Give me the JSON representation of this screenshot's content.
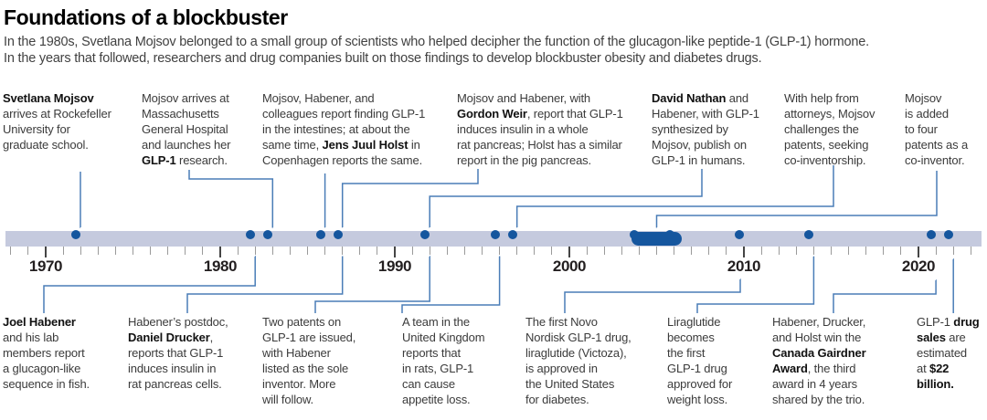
{
  "header": {
    "title": "Foundations of a blockbuster",
    "intro_line1": "In the 1980s, Svetlana Mojsov belonged to a small group of scientists who helped decipher the function of the glucagon-like peptide-1 (GLP-1) hormone.",
    "intro_line2": "In the years that followed, researchers and drug companies built on those findings to develop blockbuster obesity and diabetes drugs."
  },
  "timeline": {
    "start_year": 1968,
    "end_year": 2023,
    "decade_years": [
      1970,
      1980,
      1990,
      2000,
      2010,
      2020
    ],
    "decade_labels": [
      "1970",
      "1980",
      "1990",
      "2000",
      "2010",
      "2020"
    ],
    "marker_years": [
      1972,
      1982,
      1983,
      1986,
      1987,
      1992,
      1996,
      1997,
      2010,
      2014,
      2021,
      2022
    ],
    "range_marker": {
      "start_year": 2004,
      "end_year": 2006
    },
    "colors": {
      "bar": "#c5cade",
      "marker": "#15569e",
      "connector": "#4a7db7",
      "minor_tick": "#9a9a9a",
      "decade_tick": "#454545",
      "decade_label": "#231f20"
    }
  },
  "annotations": {
    "top": [
      {
        "year": 1972,
        "text": "**Svetlana Mojsov**\narrives at Rockefeller\nUniversity for\ngraduate school."
      },
      {
        "year": 1983,
        "text": "Mojsov arrives at\nMassachusetts\nGeneral Hospital\nand launches her\n**GLP-1** research."
      },
      {
        "year": 1986,
        "text": "Mojsov, Habener, and\ncolleagues report finding GLP-1\nin the intestines; at about the\nsame time, **Jens Juul Holst** in\nCopenhagen reports the same."
      },
      {
        "year": 1987,
        "text": "Mojsov and Habener, with\n**Gordon Weir**, report that GLP-1\ninduces insulin in a whole\nrat pancreas; Holst has a similar\nreport in the pig pancreas."
      },
      {
        "year": 1992,
        "text": "**David Nathan** and\nHabener, with GLP-1\nsynthesized by\nMojsov, publish on\nGLP-1 in humans."
      },
      {
        "year": 1997,
        "text": "With help from\nattorneys, Mojsov\nchallenges the\npatents, seeking\nco-inventorship."
      },
      {
        "year": 2005,
        "text": "Mojsov\nis added\nto four\npatents as a\nco-inventor."
      }
    ],
    "bottom": [
      {
        "year": 1982,
        "text": "**Joel Habener**\nand his lab\nmembers report\na glucagon-like\nsequence in fish."
      },
      {
        "year": 1987,
        "text": "Habener’s postdoc,\n**Daniel Drucker**,\nreports that GLP-1\ninduces insulin in\nrat pancreas cells."
      },
      {
        "year": 1992,
        "text": "Two patents on\nGLP-1 are issued,\nwith Habener\nlisted as the sole\ninventor. More\nwill follow."
      },
      {
        "year": 1996,
        "text": "A team in the\nUnited Kingdom\nreports that\nin rats, GLP-1\ncan cause\nappetite loss."
      },
      {
        "year": 2010,
        "text": "The first Novo\nNordisk GLP-1 drug,\nliraglutide (Victoza),\nis approved in\nthe United States\nfor diabetes."
      },
      {
        "year": 2014,
        "text": "Liraglutide\nbecomes\nthe first\nGLP-1 drug\napproved for\nweight loss."
      },
      {
        "year": 2021,
        "text": "Habener, Drucker,\nand Holst win the\n**Canada Gairdner**\n**Award**, the third\naward in 4 years\nshared by the trio."
      },
      {
        "year": 2022,
        "text": "GLP-1 **drug**\n**sales** are\nestimated\nat **$22**\n**billion.**"
      }
    ]
  }
}
